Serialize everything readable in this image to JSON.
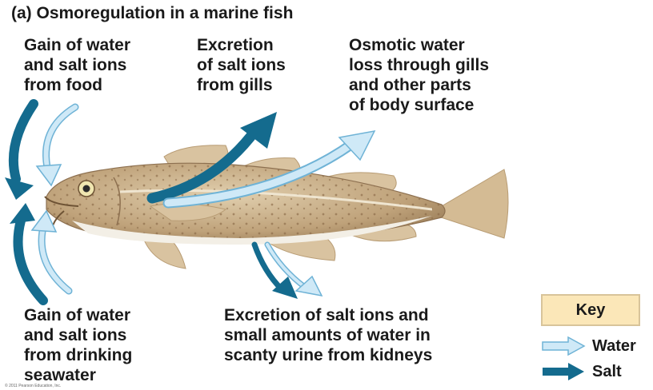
{
  "title": "(a) Osmoregulation in a marine fish",
  "labels": {
    "food": "Gain of water\nand salt ions\nfrom food",
    "gills": "Excretion\nof salt ions\nfrom gills",
    "osmotic": "Osmotic water\nloss through gills\nand other parts\nof body surface",
    "drinking": "Gain of water\nand salt ions\nfrom drinking\nseawater",
    "urine": "Excretion of salt ions and\nsmall amounts of water in\nscanty urine from kidneys"
  },
  "key": {
    "title": "Key",
    "water_label": "Water",
    "salt_label": "Salt"
  },
  "copyright": "© 2011 Pearson Education, Inc.",
  "colors": {
    "water_fill": "#cfe9f7",
    "water_stroke": "#6fb3d6",
    "salt": "#146b8e",
    "fish_body": "#c8b08c",
    "fish_belly": "#f3efe6",
    "fin": "#d9c3a0",
    "key_bg": "#fbe7b8"
  }
}
